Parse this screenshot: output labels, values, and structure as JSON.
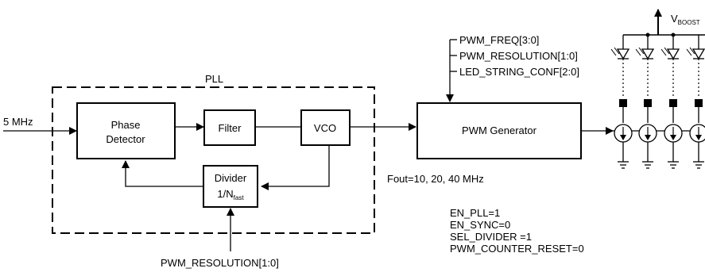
{
  "pll": {
    "label": "PLL",
    "input": "5 MHz",
    "phase_detector": [
      "Phase",
      "Detector"
    ],
    "filter": "Filter",
    "vco": "VCO",
    "divider": {
      "line1": "Divider",
      "line2_main": "1/N",
      "line2_sub": "fast"
    },
    "divider_input": "PWM_RESOLUTION[1:0]"
  },
  "pwm": {
    "generator": "PWM Generator",
    "inputs": [
      "PWM_FREQ[3:0]",
      "PWM_RESOLUTION[1:0]",
      "LED_STRING_CONF[2:0]"
    ],
    "fout": "Fout=10, 20, 40 MHz",
    "settings": [
      "EN_PLL=1",
      "EN_SYNC=0",
      "SEL_DIVIDER =1",
      "PWM_COUNTER_RESET=0"
    ]
  },
  "supply": {
    "main": "V",
    "sub": "BOOST"
  }
}
